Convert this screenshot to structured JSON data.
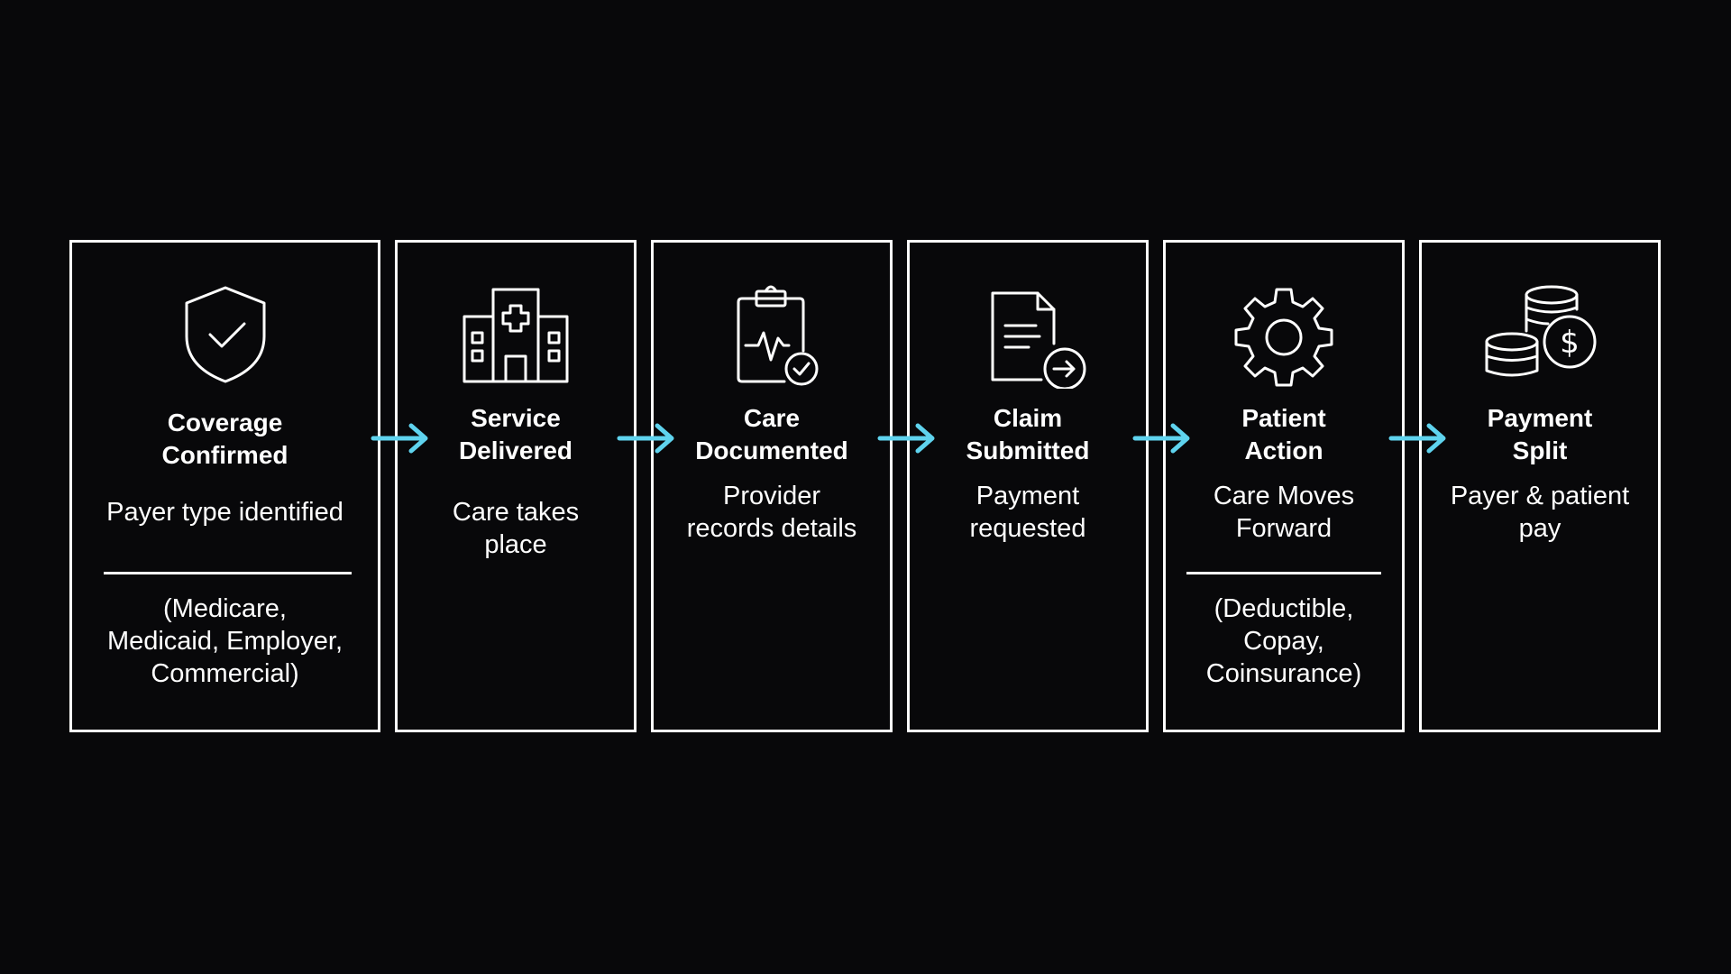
{
  "accent_color": "#5fd3ee",
  "steps": [
    {
      "icon": "shield-check-icon",
      "title": "Coverage\nConfirmed",
      "description": "Payer type identified",
      "note": "(Medicare,\nMedicaid, Employer,\nCommercial)"
    },
    {
      "icon": "hospital-icon",
      "title": "Service\nDelivered",
      "description": "Care takes\nplace"
    },
    {
      "icon": "clipboard-heartbeat-icon",
      "title": "Care\nDocumented",
      "description": "Provider\nrecords details"
    },
    {
      "icon": "document-send-icon",
      "title": "Claim\nSubmitted",
      "description": "Payment\nrequested"
    },
    {
      "icon": "gear-icon",
      "title": "Patient\nAction",
      "description": "Care Moves\nForward",
      "note": "(Deductible,\nCopay,\nCoinsurance)"
    },
    {
      "icon": "coins-dollar-icon",
      "title": "Payment\nSplit",
      "description": "Payer & patient\npay"
    }
  ]
}
